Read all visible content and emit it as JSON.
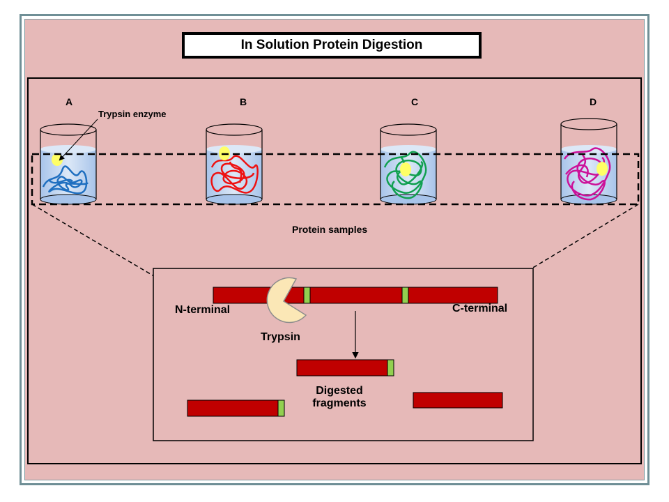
{
  "title": "In Solution Protein Digestion",
  "samples": [
    {
      "label": "A",
      "protein_color": "#1f6fc0"
    },
    {
      "label": "B",
      "protein_color": "#ee1111"
    },
    {
      "label": "C",
      "protein_color": "#11a050"
    },
    {
      "label": "D",
      "protein_color": "#cc1199"
    }
  ],
  "labels": {
    "trypsin_enzyme": "Trypsin enzyme",
    "protein_samples": "Protein samples",
    "n_terminal": "N-terminal",
    "c_terminal": "C-terminal",
    "trypsin": "Trypsin",
    "digested_line1": "Digested",
    "digested_line2": "fragments"
  },
  "colors": {
    "background": "#e6b9b8",
    "chain": "#c00000",
    "cleavage_site": "#92d050",
    "enzyme": "#ffff66",
    "trypsin_body": "#fbe7b6",
    "liquid": "#c5d9f1"
  }
}
